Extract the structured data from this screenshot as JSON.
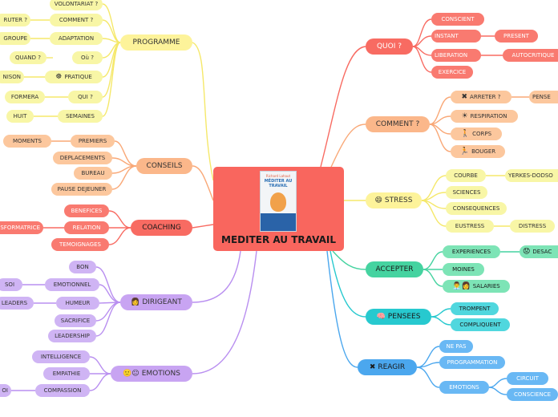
{
  "root": {
    "title": "MEDITER AU TRAVAIL"
  },
  "book": {
    "author": "Richard Lahaut",
    "title": "MÉDITER AU TRAVAIL"
  },
  "branches": {
    "programme": {
      "label": "PROGRAMME",
      "items": [
        "VOLONTARIAT ?",
        "COMMENT ?",
        "ADAPTATION",
        "Où ?",
        "PRATIQUE",
        "QUI ?",
        "SEMAINES"
      ],
      "sub": [
        "RUTER ?",
        "GROUPE",
        "QUAND ?",
        "NISON",
        "FORMERA",
        "HUIT"
      ]
    },
    "conseils": {
      "label": "CONSEILS",
      "items": [
        "PREMIERS",
        "DEPLACEMENTS",
        "BUREAU",
        "PAUSE DEJEUNER"
      ],
      "sub": [
        "MOMENTS"
      ]
    },
    "coaching": {
      "label": "COACHING",
      "items": [
        "BENEFICES",
        "RELATION",
        "TEMOIGNAGES"
      ],
      "sub": [
        "SFORMATRICE"
      ]
    },
    "dirigeant": {
      "label": "DIRIGEANT",
      "items": [
        "BON",
        "EMOTIONNEL",
        "HUMEUR",
        "SACRIFICE",
        "LEADERSHIP"
      ],
      "sub": [
        "SOI",
        "LEADERS"
      ]
    },
    "emotions": {
      "label": "EMOTIONS",
      "items": [
        "INTELLIGENCE",
        "EMPATHIE",
        "COMPASSION"
      ],
      "sub": [
        "OI"
      ]
    },
    "quoi": {
      "label": "QUOI ?",
      "items": [
        "CONSCIENT",
        "INSTANT",
        "LIBERATION",
        "EXERCICE"
      ],
      "sub": [
        "PRESENT",
        "AUTOCRITIQUE"
      ]
    },
    "comment": {
      "label": "COMMENT ?",
      "items": [
        "ARRETER ?",
        "RESPIRATION",
        "CORPS",
        "BOUGER"
      ],
      "sub": [
        "PENSE"
      ]
    },
    "stress": {
      "label": "STRESS",
      "items": [
        "COURBE",
        "SCIENCES",
        "CONSEQUENCES",
        "EUSTRESS"
      ],
      "sub": [
        "YERKES-DODSO",
        "DISTRESS"
      ]
    },
    "accepter": {
      "label": "ACCEPTER",
      "items": [
        "EXPERIENCES",
        "MOINES",
        "SALARIES"
      ],
      "sub": [
        "DESAC"
      ]
    },
    "pensees": {
      "label": "PENSEES",
      "items": [
        "TROMPENT",
        "COMPLIQUENT"
      ]
    },
    "reagir": {
      "label": "REAGIR",
      "items": [
        "NE PAS",
        "PROGRAMMATION",
        "EMOTIONS"
      ],
      "sub": [
        "CIRCUIT",
        "CONSCIENCE"
      ]
    }
  },
  "colors": {
    "yellow": "#fdf39a",
    "orange": "#fbb78a",
    "red": "#f86b62",
    "purple": "#c8a4f2",
    "green": "#45d3a0",
    "teal": "#27c9cf",
    "blue": "#4ba7ee",
    "root": "#f9665e"
  }
}
